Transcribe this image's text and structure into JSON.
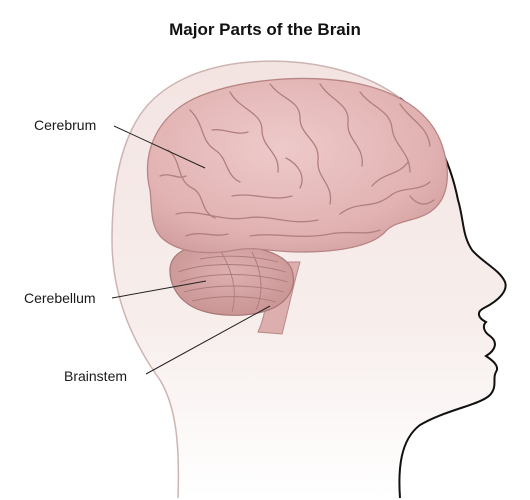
{
  "title": "Major Parts of the Brain",
  "labels": {
    "cerebrum": "Cerebrum",
    "cerebellum": "Cerebellum",
    "brainstem": "Brainstem"
  },
  "colors": {
    "brain_fill": "#e7bcbc",
    "brain_shadow": "#c99494",
    "cerebellum_fill": "#d8a6a6",
    "skin_tint": "#f6ecea",
    "outline": "#111111",
    "leader_line": "#222222"
  }
}
